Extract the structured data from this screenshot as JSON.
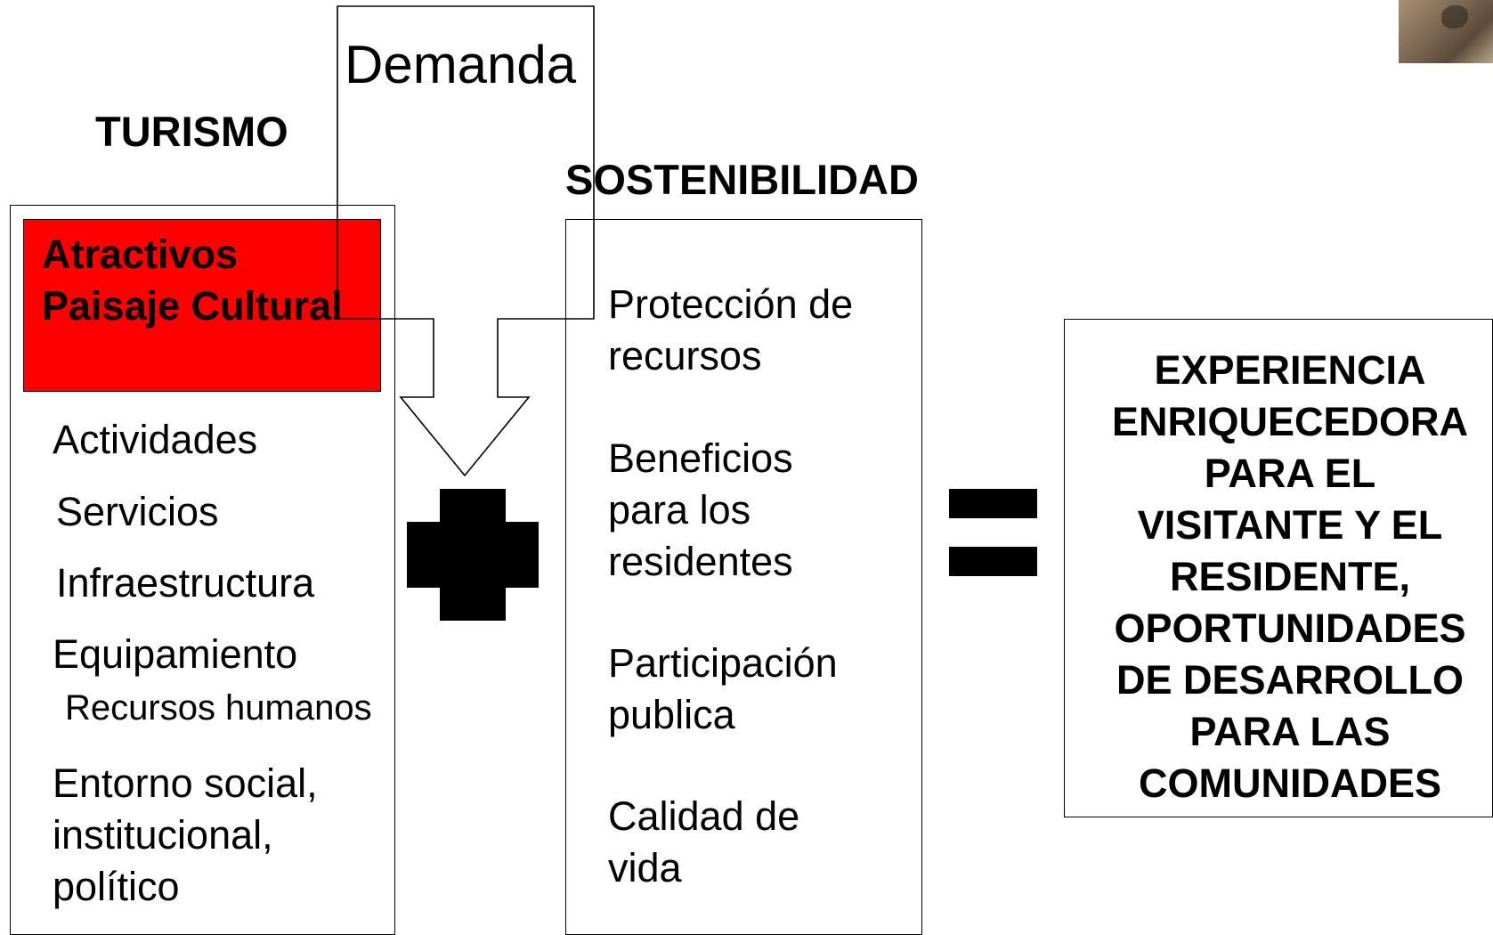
{
  "turismo": {
    "title": "TURISMO",
    "highlight_lines": [
      "Atractivos",
      "Paisaje Cultural"
    ],
    "highlight_color": "#ff0000",
    "items": [
      "Actividades",
      "Servicios",
      "Infraestructura",
      "Equipamiento",
      "Recursos humanos",
      "Entorno social,",
      "institucional,",
      "político"
    ]
  },
  "demanda": {
    "label": "Demanda"
  },
  "sostenibilidad": {
    "title": "SOSTENIBILIDAD",
    "items": [
      [
        "Protección de",
        "recursos"
      ],
      [
        "Beneficios",
        "para los",
        "residentes"
      ],
      [
        "Participación",
        "publica"
      ],
      [
        "Calidad de",
        "vida"
      ]
    ]
  },
  "resultado": {
    "lines": [
      "EXPERIENCIA",
      "ENRIQUECEDORA",
      "PARA EL",
      "VISITANTE Y EL",
      "RESIDENTE,",
      "OPORTUNIDADES",
      "DE DESARROLLO",
      "PARA LAS",
      "COMUNIDADES"
    ]
  },
  "icons": {
    "plus": "plus-icon",
    "equals": "equals-icon",
    "arrow": "down-arrow-icon",
    "photo": "photo-thumbnail"
  }
}
